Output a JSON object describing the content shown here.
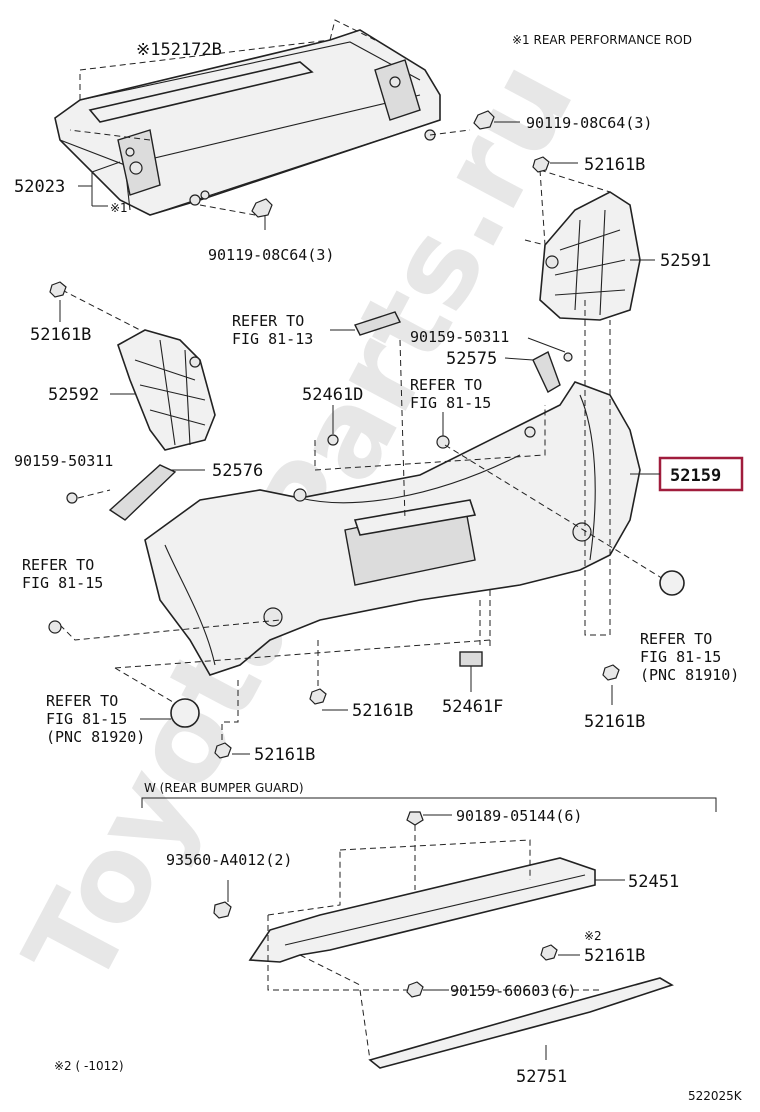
{
  "header": {
    "note_1": "※1 REAR PERFORMANCE ROD"
  },
  "watermark": "Toyota-Parts.ru",
  "labels": {
    "p52172B": "※152172B",
    "p90119_a": "90119-08C64(3)",
    "p52023": "52023",
    "p52023_note": "※1",
    "p90119_b": "90119-08C64(3)",
    "p52161B_a": "52161B",
    "p52591": "52591",
    "p52161B_b": "52161B",
    "refer_1a": "REFER TO",
    "refer_1b": "FIG 81-13",
    "p90159_a": "90159-50311",
    "p52575": "52575",
    "p52592": "52592",
    "p52461D": "52461D",
    "refer_2a": "REFER TO",
    "refer_2b": "FIG 81-15",
    "p52159": "52159",
    "p90159_b": "90159-50311",
    "p52576": "52576",
    "refer_3a": "REFER TO",
    "refer_3b": "FIG 81-15",
    "refer_4a": "REFER TO",
    "refer_4b": "FIG 81-15",
    "refer_4c": "(PNC 81910)",
    "refer_5a": "REFER TO",
    "refer_5b": "FIG 81-15",
    "refer_5c": "(PNC 81920)",
    "p52161B_c": "52161B",
    "p52461F": "52461F",
    "p52161B_d": "52161B",
    "p52161B_e": "52161B",
    "section_w": "W (REAR BUMPER GUARD)",
    "p90189": "90189-05144(6)",
    "p93560": "93560-A4012(2)",
    "p52451": "52451",
    "p52161B_f_note": "※2",
    "p52161B_f": "52161B",
    "p90159_c": "90159-60603(6)",
    "p52751": "52751",
    "footnote_2": "※2 (      -1012)",
    "diagram_code": "522025K"
  },
  "colors": {
    "highlight": "#a01c3c",
    "line": "#222222",
    "part_fill": "#f1f1f1"
  }
}
